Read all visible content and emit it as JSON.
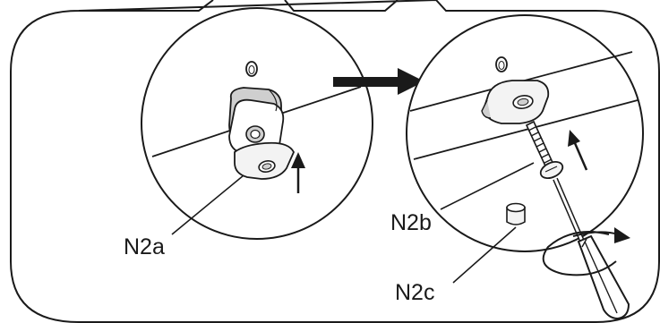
{
  "diagram": {
    "colors": {
      "line": "#1a1a1a",
      "background": "#ffffff",
      "part_shade": "#cfcfcf",
      "part_light": "#f3f3f3"
    },
    "labels": {
      "n2a": "N2a",
      "n2b": "N2b",
      "n2c": "N2c"
    },
    "icons": {
      "step_arrow": "right-arrow-icon",
      "push_arrow": "up-arrow-icon",
      "rotate_arrow": "rotate-icon",
      "tool": "screwdriver-icon"
    }
  }
}
